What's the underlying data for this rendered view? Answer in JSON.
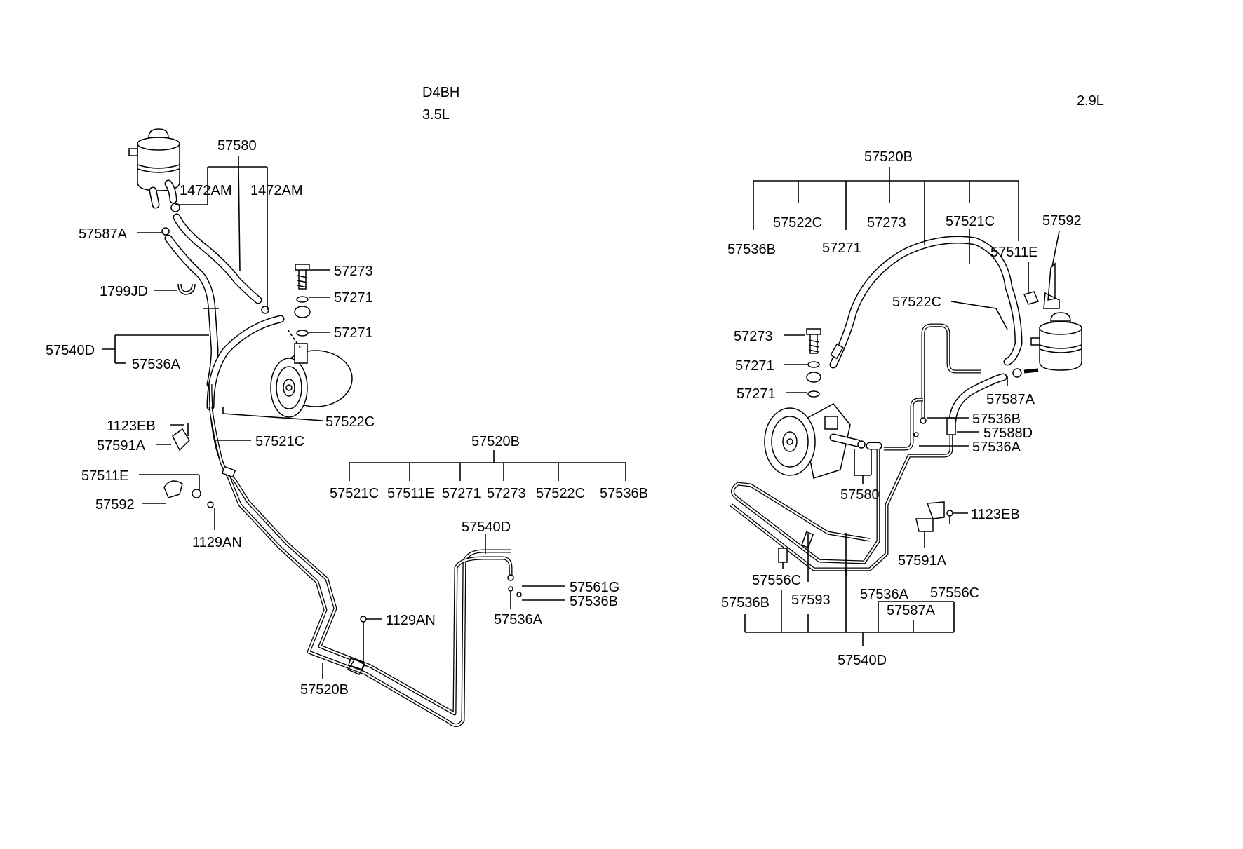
{
  "headers": {
    "engine_code": "D4BH",
    "left_displacement": "3.5L",
    "right_displacement": "2.9L"
  },
  "left_assembly": {
    "callouts": {
      "c57580": "57580",
      "c1472AM_a": "1472AM",
      "c1472AM_b": "1472AM",
      "c57587A": "57587A",
      "c1799JD": "1799JD",
      "c57273": "57273",
      "c57271_a": "57271",
      "c57271_b": "57271",
      "c57540D": "57540D",
      "c57536A": "57536A",
      "c57522C": "57522C",
      "c1123EB": "1123EB",
      "c57591A": "57591A",
      "c57521C": "57521C",
      "c57511E": "57511E",
      "c57592": "57592",
      "c1129AN": "1129AN",
      "c57540D_b": "57540D",
      "c57561G": "57561G",
      "c57536B": "57536B",
      "c57536A_b": "57536A",
      "c1129AN_b": "1129AN",
      "c57520B_b": "57520B"
    },
    "kit_57520B": {
      "title": "57520B",
      "items": [
        "57521C",
        "57511E",
        "57271",
        "57273",
        "57522C",
        "57536B"
      ]
    }
  },
  "right_assembly": {
    "callouts": {
      "c57520B": "57520B",
      "c57522C": "57522C",
      "c57273": "57273",
      "c57521C": "57521C",
      "c57592": "57592",
      "c57536B": "57536B",
      "c57271": "57271",
      "c57511E": "57511E",
      "c57522C_b": "57522C",
      "c57273_b": "57273",
      "c57271_b": "57271",
      "c57271_c": "57271",
      "c57587A": "57587A",
      "c57536B_b": "57536B",
      "c57588D": "57588D",
      "c57536A": "57536A",
      "c57580": "57580",
      "c1123EB": "1123EB",
      "c57591A": "57591A",
      "c57556C": "57556C",
      "c57536B_c": "57536B",
      "c57593": "57593",
      "c57536A_b": "57536A",
      "c57556C_b": "57556C",
      "c57587A_b": "57587A",
      "c57540D": "57540D"
    }
  }
}
